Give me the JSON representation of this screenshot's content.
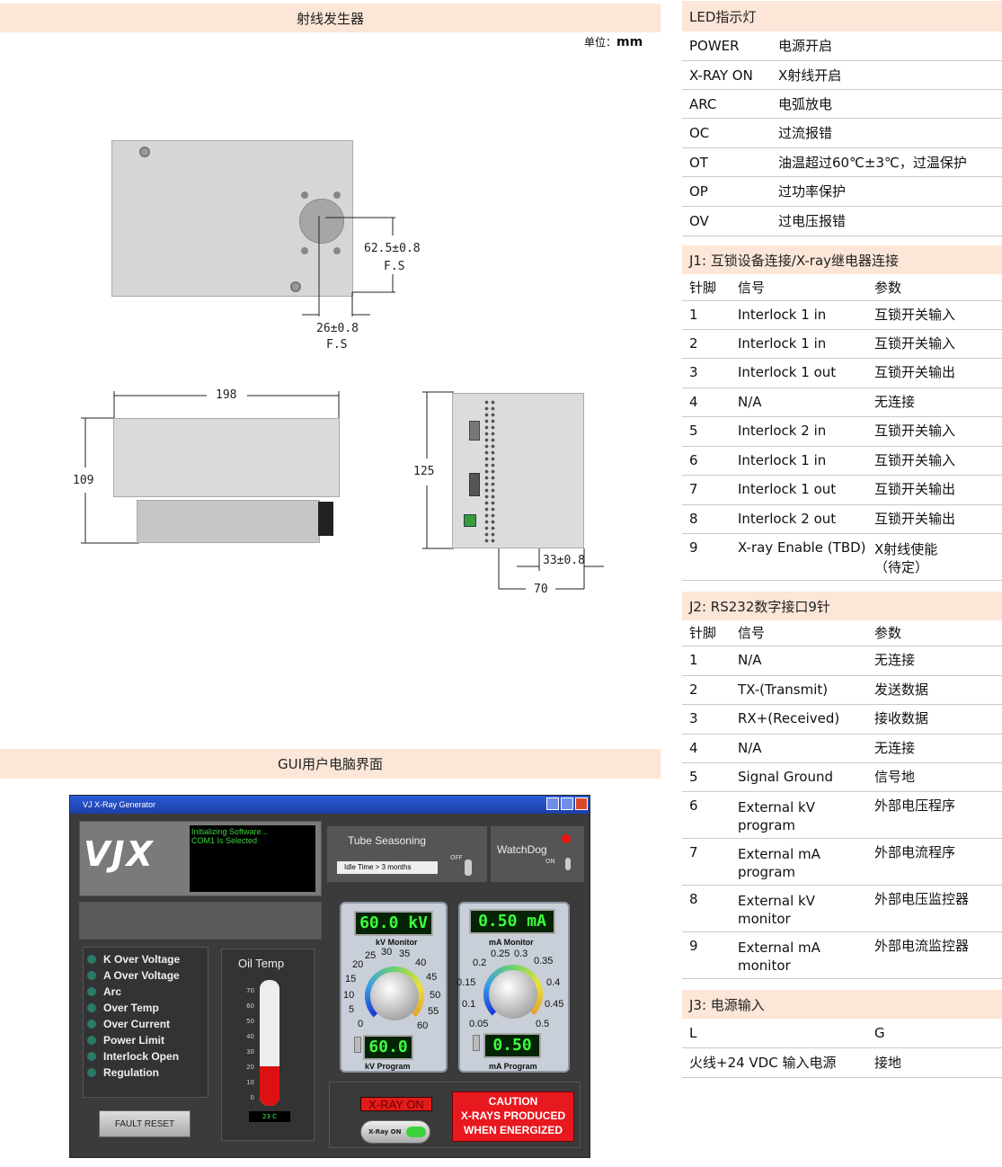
{
  "left_section": {
    "title": "射线发生器",
    "unit_label": "单位：",
    "unit_value": "mm",
    "dims": {
      "d1": "62.5±0.8",
      "d1_fs": "F.S",
      "d2": "26±0.8",
      "d2_fs": "F.S",
      "width": "198",
      "height": "109",
      "side_height": "125",
      "side_d1": "33±0.8",
      "side_d2": "70"
    }
  },
  "gui_section": {
    "title": "GUI用户电脑界面",
    "window_title": "VJ X-Ray Generator",
    "logo": "VJX",
    "status_lines": [
      "Initializing Software...",
      "COM1 Is Selected"
    ],
    "tube_seasoning": "Tube Seasoning",
    "idle_time": "Idle Time > 3 months",
    "off_label": "OFF",
    "watchdog": "WatchDog",
    "on_label": "ON",
    "faults": [
      "K Over Voltage",
      "A Over Voltage",
      "Arc",
      "Over Temp",
      "Over Current",
      "Power Limit",
      "Interlock Open",
      "Regulation"
    ],
    "oil_temp": "Oil Temp",
    "temp_ticks": [
      "70",
      "60",
      "50",
      "40",
      "30",
      "20",
      "10",
      "0"
    ],
    "temp_readout": "23 C",
    "fault_reset": "FAULT RESET",
    "kv_monitor_value": "60.0 kV",
    "kv_monitor_label": "kV Monitor",
    "kv_ticks": [
      "0",
      "5",
      "10",
      "15",
      "20",
      "25",
      "30",
      "35",
      "40",
      "45",
      "50",
      "55",
      "60"
    ],
    "kv_program_value": "60.0",
    "kv_program_label": "kV Program",
    "ma_monitor_value": "0.50 mA",
    "ma_monitor_label": "mA Monitor",
    "ma_ticks": [
      "0.05",
      "0.1",
      "0.15",
      "0.2",
      "0.25",
      "0.3",
      "0.35",
      "0.4",
      "0.45",
      "0.5"
    ],
    "ma_program_value": "0.50",
    "ma_program_label": "mA Program",
    "xray_on": "X-RAY ON",
    "xray_on_button": "X-Ray ON",
    "caution": "CAUTION\nX-RAYS PRODUCED\nWHEN ENERGIZED"
  },
  "led_table": {
    "title": "LED指示灯",
    "rows": [
      {
        "name": "POWER",
        "desc": "电源开启"
      },
      {
        "name": "X-RAY ON",
        "desc": "X射线开启"
      },
      {
        "name": "ARC",
        "desc": "电弧放电"
      },
      {
        "name": "OC",
        "desc": "过流报错"
      },
      {
        "name": "OT",
        "desc": "油温超过60℃±3℃，过温保护"
      },
      {
        "name": "OP",
        "desc": "过功率保护"
      },
      {
        "name": "OV",
        "desc": "过电压报错"
      }
    ]
  },
  "j1_table": {
    "title": "J1: 互锁设备连接/X-ray继电器连接",
    "headers": [
      "针脚",
      "信号",
      "参数"
    ],
    "rows": [
      {
        "pin": "1",
        "signal": "Interlock 1 in",
        "param": "互锁开关输入"
      },
      {
        "pin": "2",
        "signal": "Interlock 1 in",
        "param": "互锁开关输入"
      },
      {
        "pin": "3",
        "signal": "Interlock 1 out",
        "param": "互锁开关输出"
      },
      {
        "pin": "4",
        "signal": "N/A",
        "param": "无连接"
      },
      {
        "pin": "5",
        "signal": "Interlock 2 in",
        "param": "互锁开关输入"
      },
      {
        "pin": "6",
        "signal": "Interlock 1 in",
        "param": "互锁开关输入"
      },
      {
        "pin": "7",
        "signal": "Interlock 1 out",
        "param": "互锁开关输出"
      },
      {
        "pin": "8",
        "signal": "Interlock 2 out",
        "param": "互锁开关输出"
      },
      {
        "pin": "9",
        "signal": "X-ray Enable (TBD)",
        "param": "X射线使能\n（待定）"
      }
    ]
  },
  "j2_table": {
    "title": "J2: RS232数字接口9针",
    "headers": [
      "针脚",
      "信号",
      "参数"
    ],
    "rows": [
      {
        "pin": "1",
        "signal": "N/A",
        "param": "无连接"
      },
      {
        "pin": "2",
        "signal": "TX-(Transmit)",
        "param": "发送数据"
      },
      {
        "pin": "3",
        "signal": "RX+(Received)",
        "param": "接收数据"
      },
      {
        "pin": "4",
        "signal": "N/A",
        "param": "无连接"
      },
      {
        "pin": "5",
        "signal": "Signal Ground",
        "param": "信号地"
      },
      {
        "pin": "6",
        "signal": "External kV\nprogram",
        "param": "外部电压程序"
      },
      {
        "pin": "7",
        "signal": "External mA\nprogram",
        "param": "外部电流程序"
      },
      {
        "pin": "8",
        "signal": "External kV\nmonitor",
        "param": "外部电压监控器"
      },
      {
        "pin": "9",
        "signal": "External mA\nmonitor",
        "param": "外部电流监控器"
      }
    ]
  },
  "j3_table": {
    "title": "J3: 电源输入",
    "rows": [
      {
        "a": "L",
        "b": "G"
      },
      {
        "a": "火线+24 VDC 输入电源",
        "b": "接地"
      }
    ]
  }
}
